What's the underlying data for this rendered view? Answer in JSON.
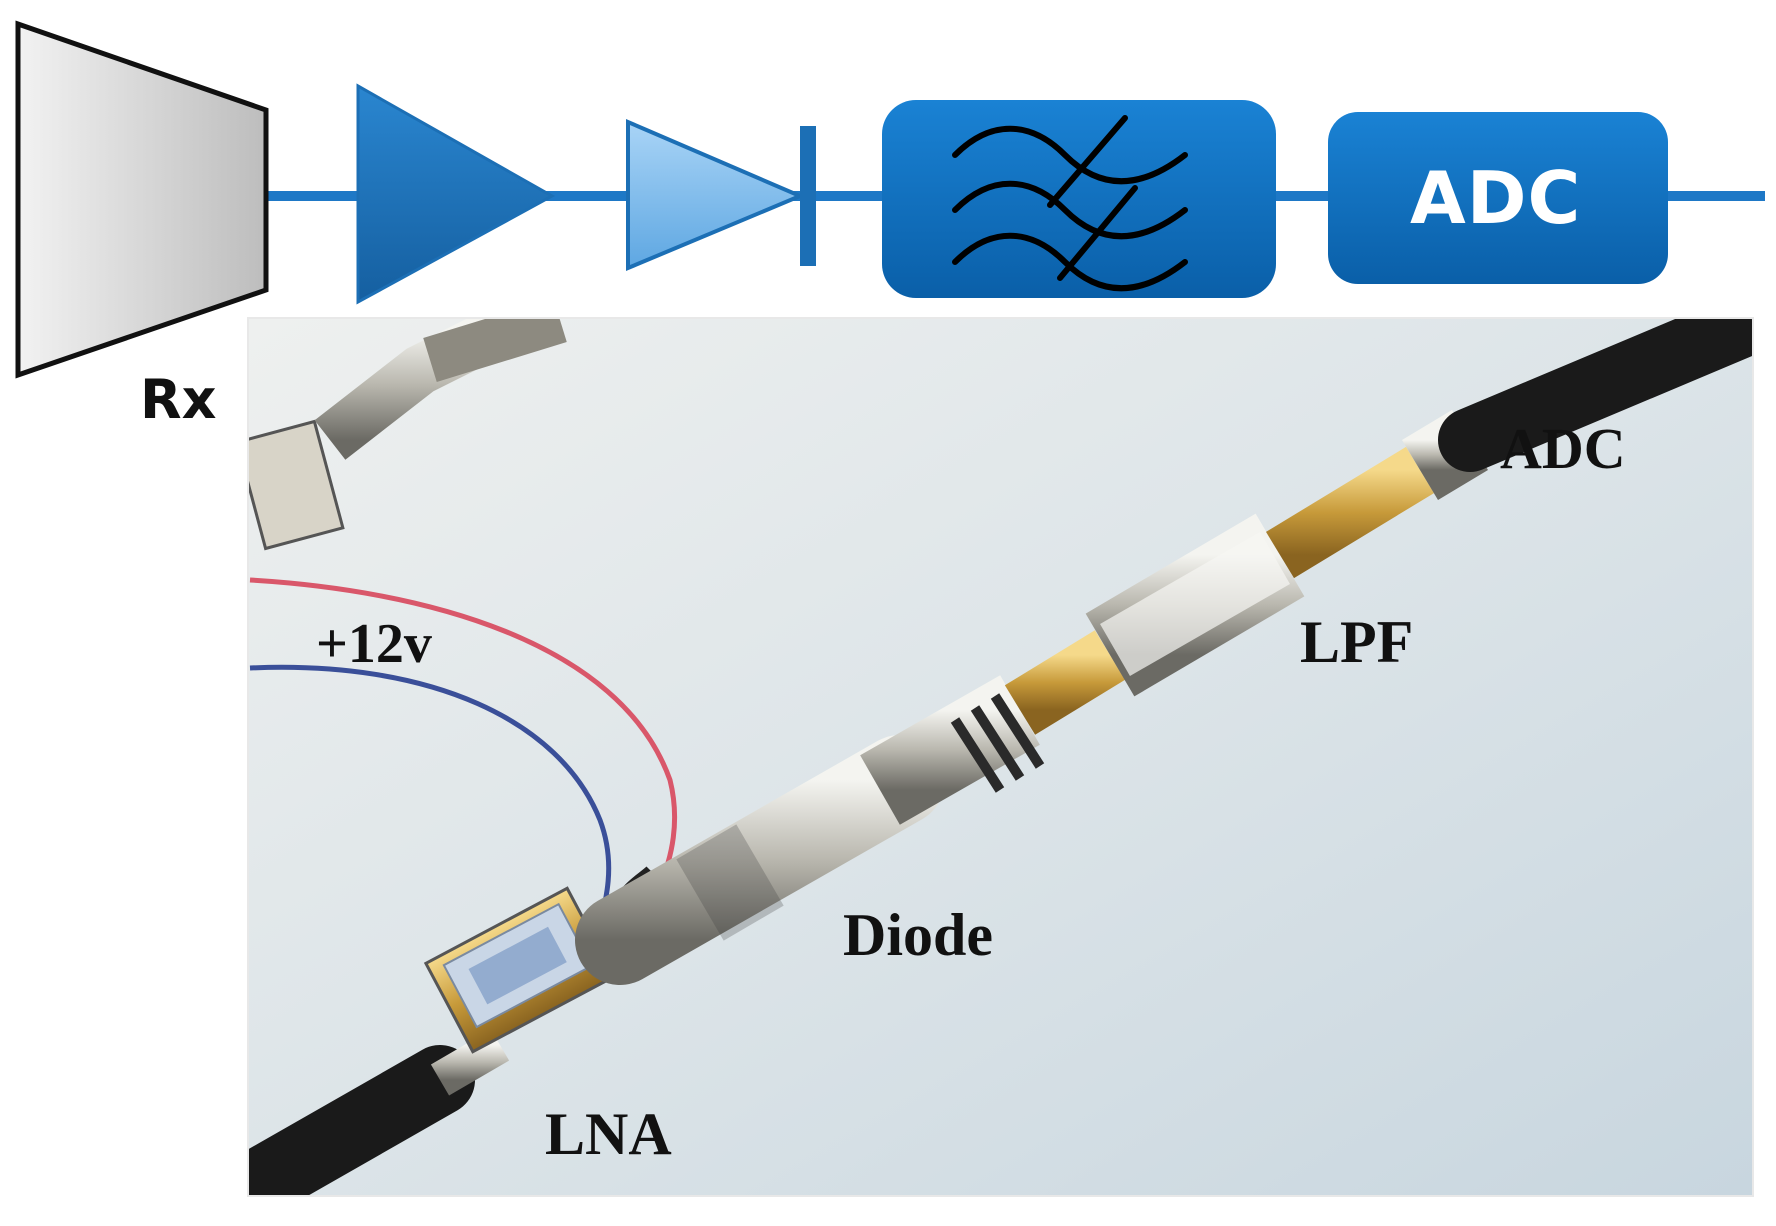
{
  "block_diagram": {
    "rx_label": "Rx",
    "adc_block_label": "ADC",
    "stages": [
      "antenna-receiver",
      "lna-amplifier",
      "second-amplifier",
      "diode-detector",
      "low-pass-filter",
      "adc"
    ],
    "colors": {
      "line": "#1e78c6",
      "amp_dark": "#1c6fb5",
      "amp_light": "#8cc4f0",
      "block": "#0b6ec0",
      "rx_fill": "#cfcfcf"
    },
    "icons": [
      "antenna-icon",
      "amplifier-icon",
      "diode-icon",
      "filter-icon"
    ]
  },
  "photo": {
    "labels": {
      "supply": "+12v",
      "adc": "ADC",
      "lpf": "LPF",
      "diode": "Diode",
      "lna": "LNA"
    },
    "background": "#d7dfe4"
  }
}
